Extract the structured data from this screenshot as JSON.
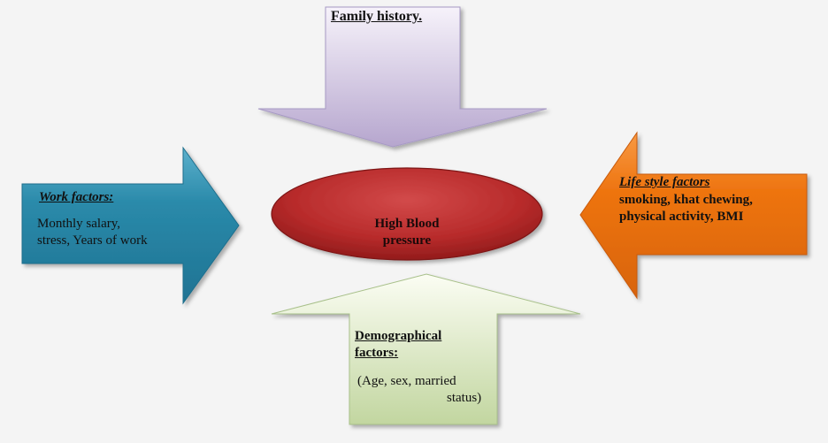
{
  "center": {
    "line1": "High Blood",
    "line2": "pressure"
  },
  "family": {
    "title": "Family history."
  },
  "work": {
    "title": "Work factors:",
    "line1": "Monthly salary,",
    "line2": "stress, Years of work"
  },
  "lifestyle": {
    "title": "Life style factors",
    "line1": "smoking, khat chewing,",
    "line2": "physical activity, BMI"
  },
  "demographic": {
    "title1": "Demographical",
    "title2": "factors:",
    "line1": "(Age, sex, married",
    "line2": "status)"
  },
  "colors": {
    "family_top": "#f6f2fa",
    "family_bottom": "#b6a6ce",
    "work_fill": "#2a8aaa",
    "work_light": "#5cb0cc",
    "lifestyle_fill": "#ee7410",
    "lifestyle_light": "#f89a44",
    "demographic_top": "#fbfdf3",
    "demographic_bottom": "#c2d6a0",
    "center_fill": "#b82b2b",
    "center_dark": "#8a1818"
  }
}
